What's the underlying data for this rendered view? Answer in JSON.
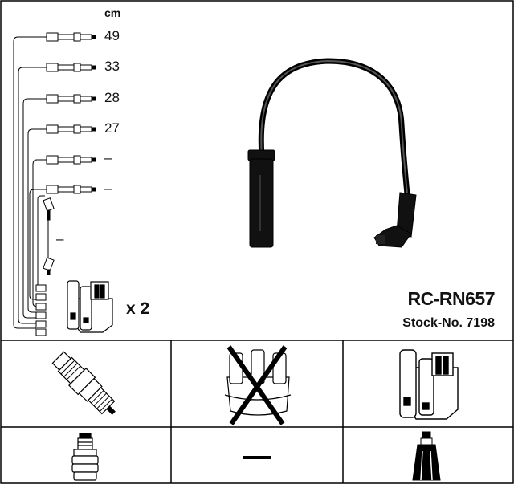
{
  "header": {
    "unit": "cm"
  },
  "leads": [
    {
      "length": "49"
    },
    {
      "length": "33"
    },
    {
      "length": "28"
    },
    {
      "length": "27"
    },
    {
      "length": "–"
    },
    {
      "length": "–"
    }
  ],
  "coil_lead": {
    "length": "–"
  },
  "coil": {
    "quantity": "x 2",
    "icon": "ignition-coil-icon"
  },
  "product": {
    "code": "RC-RN657",
    "stock": "Stock-No. 7198"
  },
  "components": {
    "spark_plug": {
      "icon": "spark-plug-icon"
    },
    "distributor_cap": {
      "icon": "distributor-cap-icon",
      "excluded": true
    },
    "ignition_coil": {
      "icon": "ignition-coil-icon"
    },
    "plug_connector": {
      "icon": "plug-connector-icon"
    },
    "coil_connector": {
      "icon": "coil-connector-icon"
    },
    "cap_connector": {
      "label": "—"
    }
  }
}
